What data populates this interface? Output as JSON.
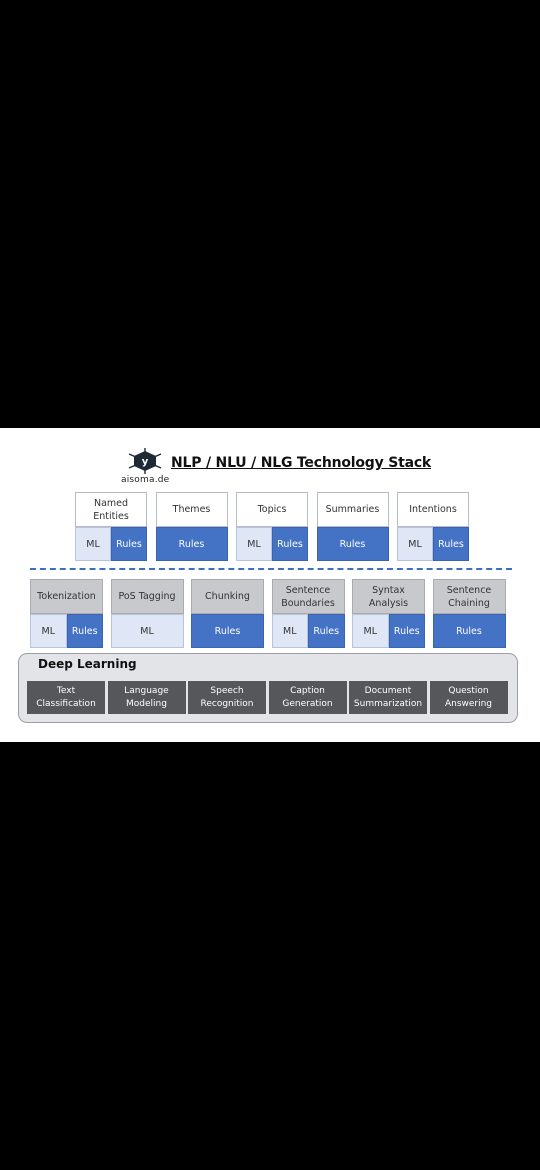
{
  "logo": {
    "text": "aisoma.de",
    "name": "aisoma-logo"
  },
  "title": "NLP / NLU / NLG Technology Stack",
  "top_row": [
    {
      "label": "Named Entities",
      "segments": [
        "ML",
        "Rules"
      ]
    },
    {
      "label": "Themes",
      "segments": [
        "Rules"
      ]
    },
    {
      "label": "Topics",
      "segments": [
        "ML",
        "Rules"
      ]
    },
    {
      "label": "Summaries",
      "segments": [
        "Rules"
      ]
    },
    {
      "label": "Intentions",
      "segments": [
        "ML",
        "Rules"
      ]
    }
  ],
  "middle_row": [
    {
      "label": "Tokenization",
      "segments": [
        "ML",
        "Rules"
      ]
    },
    {
      "label": "PoS Tagging",
      "segments": [
        "ML"
      ]
    },
    {
      "label": "Chunking",
      "segments": [
        "Rules"
      ]
    },
    {
      "label": "Sentence Boundaries",
      "segments": [
        "ML",
        "Rules"
      ]
    },
    {
      "label": "Syntax Analysis",
      "segments": [
        "ML",
        "Rules"
      ]
    },
    {
      "label": "Sentence Chaining",
      "segments": [
        "Rules"
      ]
    }
  ],
  "deep_learning": {
    "title": "Deep Learning",
    "items": [
      "Text Classification",
      "Language Modeling",
      "Speech Recognition",
      "Caption Generation",
      "Document Summarization",
      "Question Answering"
    ]
  },
  "colors": {
    "rules": "#4472c4",
    "ml": "#dfe6f5",
    "dl_item": "#55575a",
    "dash": "#3a6fc1"
  }
}
